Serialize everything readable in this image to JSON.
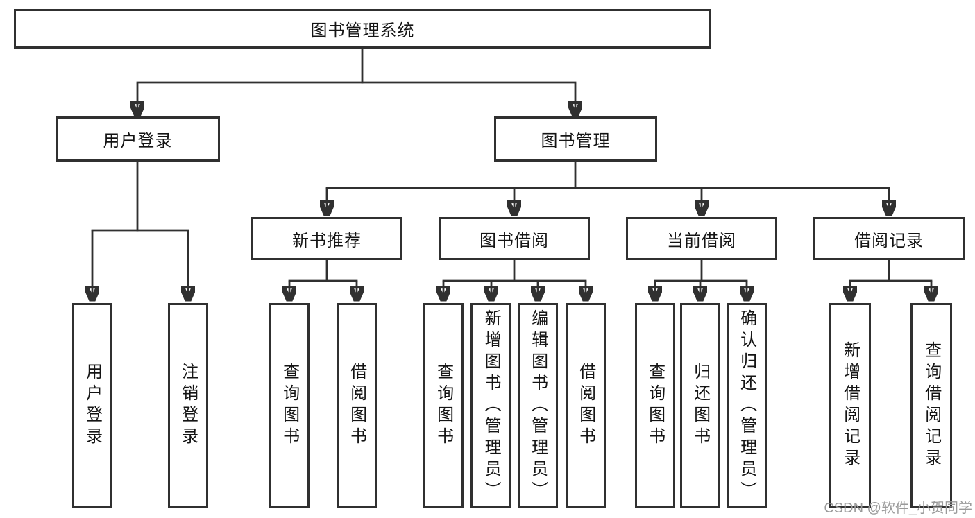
{
  "diagram": {
    "root": {
      "label": "图书管理系统"
    },
    "level2": [
      {
        "label": "用户登录"
      },
      {
        "label": "图书管理"
      }
    ],
    "level3": [
      {
        "label": "新书推荐"
      },
      {
        "label": "图书借阅"
      },
      {
        "label": "当前借阅"
      },
      {
        "label": "借阅记录"
      }
    ],
    "leaves": {
      "user_login": [
        "用户登录",
        "注销登录"
      ],
      "new_book_recommend": [
        "查询图书",
        "借阅图书"
      ],
      "book_borrowing": [
        "查询图书",
        "新增图书（管理员）",
        "编辑图书（管理员）",
        "借阅图书"
      ],
      "current_borrowing": [
        "查询图书",
        "归还图书",
        "确认归还（管理员）"
      ],
      "borrowing_records": [
        "新增借阅记录",
        "查询借阅记录"
      ]
    }
  },
  "watermark": "CSDN @软件_小贺同学",
  "colors": {
    "line": "#303030",
    "text": "#141414",
    "background": "#ffffff",
    "watermark": "#9a9a9a"
  }
}
